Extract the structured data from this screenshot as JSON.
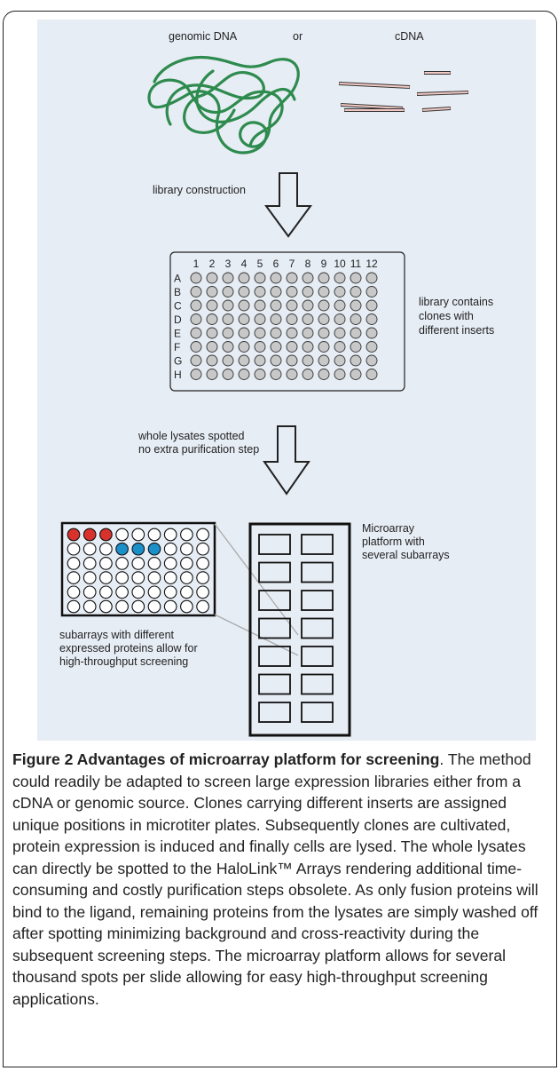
{
  "figure": {
    "labels": {
      "genomic": "genomic DNA",
      "or": "or",
      "cdna": "cDNA",
      "library_construction": "library construction",
      "library_contains": [
        "library contains",
        "clones with",
        "different inserts"
      ],
      "lysates": [
        "whole lysates spotted",
        "no extra purification step"
      ],
      "microarray": [
        "Microarray",
        "platform with",
        "several subarrays"
      ],
      "subarrays": [
        "subarrays with different",
        "expressed proteins allow for",
        "high-throughput screening"
      ]
    },
    "plate_columns": [
      "1",
      "2",
      "3",
      "4",
      "5",
      "6",
      "7",
      "8",
      "9",
      "10",
      "11",
      "12"
    ],
    "plate_rows": [
      "A",
      "B",
      "C",
      "D",
      "E",
      "F",
      "G",
      "H"
    ],
    "subarray_highlights": {
      "red": [
        [
          0,
          0
        ],
        [
          0,
          1
        ],
        [
          0,
          2
        ]
      ],
      "blue": [
        [
          1,
          3
        ],
        [
          1,
          4
        ],
        [
          1,
          5
        ]
      ]
    },
    "colors": {
      "panel_bg": "#e7edf5",
      "dna_green": "#2e8b4e",
      "cdna_fill": "#f2c9c4",
      "well_fill": "#c8c8c8",
      "spot_red": "#d9312b",
      "spot_blue": "#1b8fc9"
    }
  },
  "caption": {
    "title": "Figure 2 Advantages of microarray platform for screening",
    "period": ".",
    "body": " The method could readily be adapted to screen large expression libraries either from a cDNA or genomic source. Clones carrying different inserts are assigned unique positions in microtiter plates. Subsequently clones are cultivated, protein expression is induced and finally cells are lysed. The whole lysates can directly be spotted to the HaloLink™ Arrays rendering additional time-consuming and costly purification steps obsolete. As only fusion proteins will bind to the ligand, remaining proteins from the lysates are simply washed off after spotting minimizing background and cross-reactivity during the subsequent screening steps. The microarray platform allows for several thousand spots per slide allowing for easy high-throughput screening applications."
  }
}
